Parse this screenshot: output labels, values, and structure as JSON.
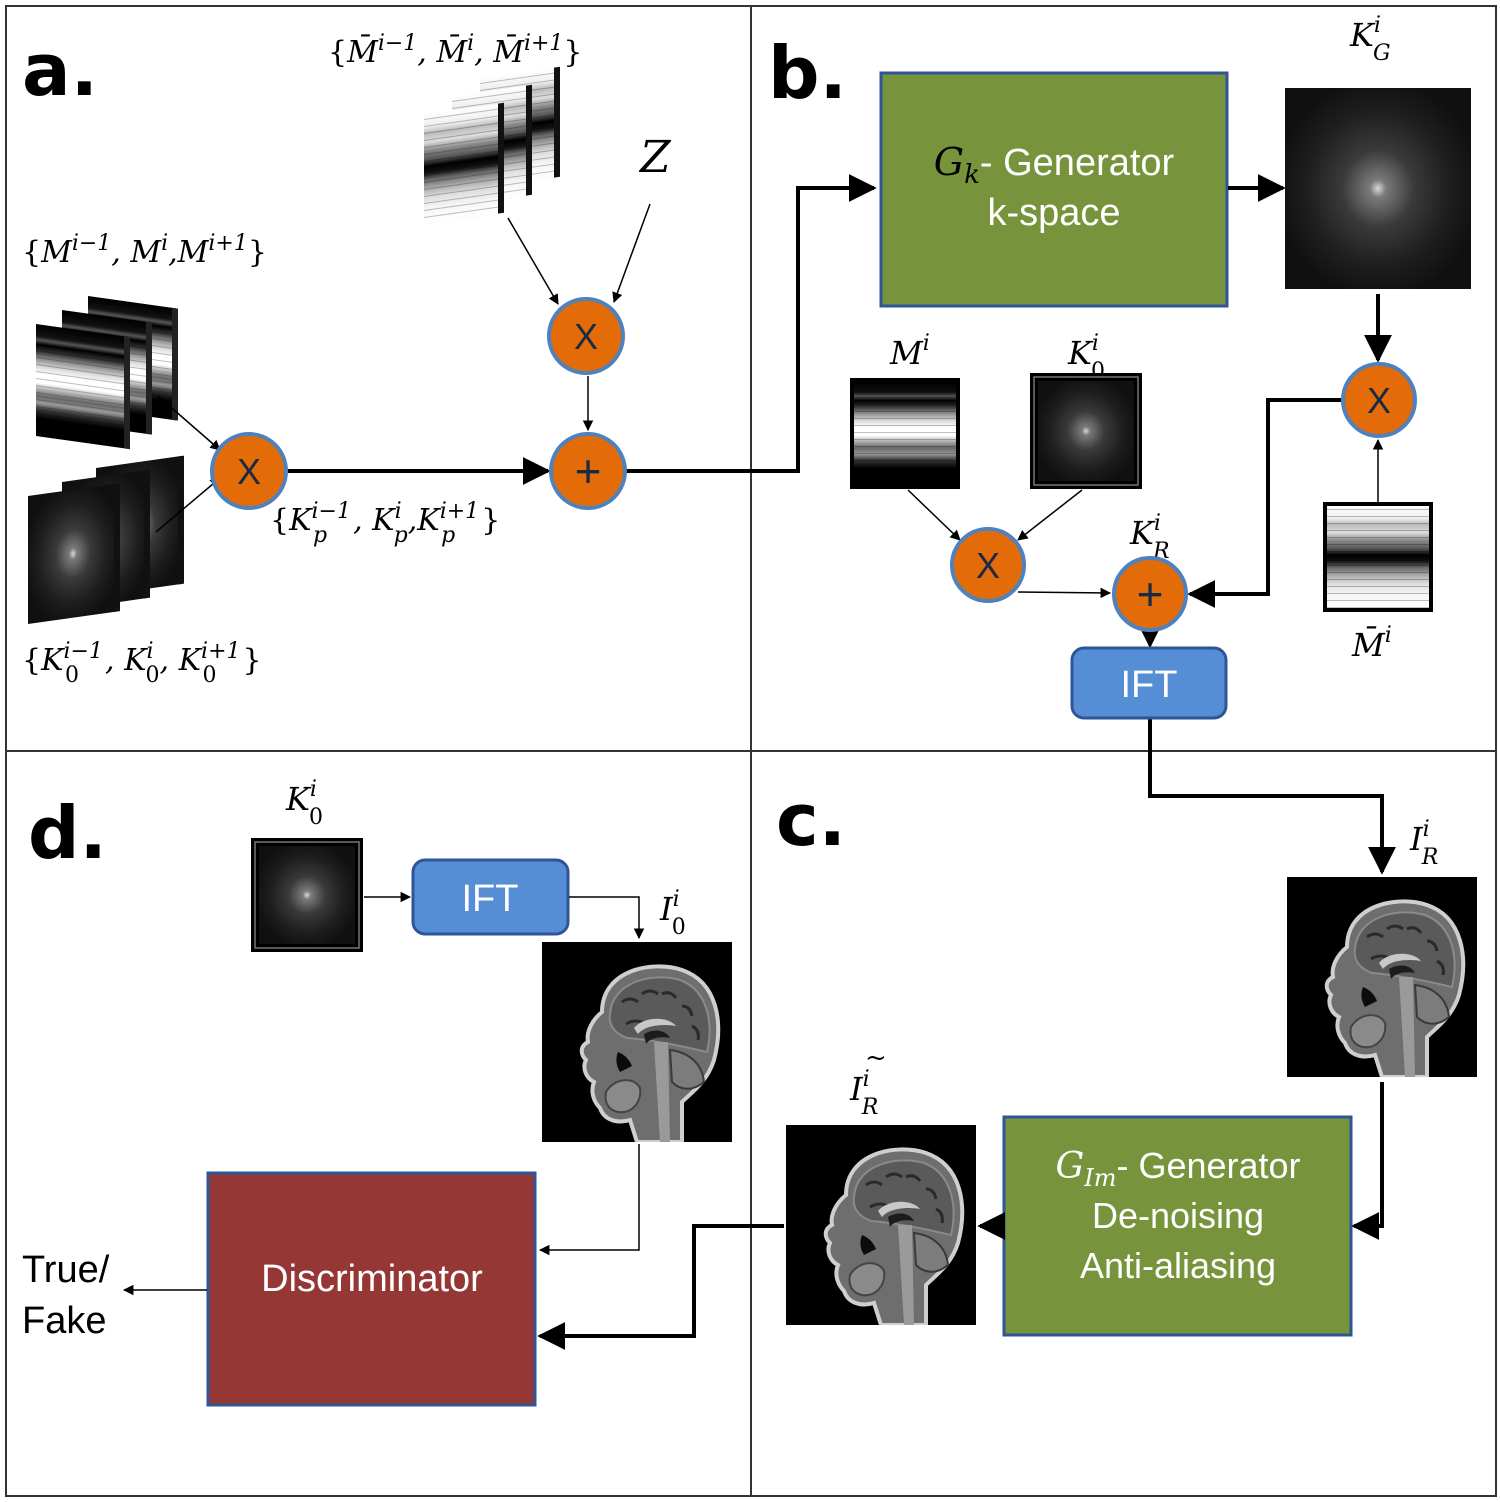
{
  "panels": {
    "a": {
      "label": "a.",
      "mask_set_bar": {
        "open": "{",
        "items": [
          "M̄",
          "M̄",
          "M̄"
        ],
        "sups": [
          "i−1",
          "i",
          "i+1"
        ],
        "close": "}"
      },
      "noise_label": "Z",
      "mask_set": {
        "open": "{",
        "base": "M",
        "sups": [
          "i−1",
          "i",
          "i+1"
        ],
        "close": "}"
      },
      "kspace_set": {
        "open": "{",
        "base": "K",
        "sub": "0",
        "sups": [
          "i−1",
          "i",
          "i+1"
        ],
        "close": "}"
      },
      "prior_set": {
        "open": "{",
        "base": "K",
        "sub": "p",
        "sups": [
          "i−1",
          "i",
          "i+1"
        ],
        "close": "}"
      },
      "multiply_op": "X",
      "multiply_op_2": "X",
      "add_op": "+"
    },
    "b": {
      "label": "b.",
      "generator": {
        "symbol": "G",
        "symbol_sub": "k",
        "line1": "- Generator",
        "line2": "k-space",
        "color": "#77933c"
      },
      "kg_label": {
        "base": "K",
        "sup": "i",
        "sub": "G"
      },
      "mask_label": {
        "base": "M",
        "sup": "i"
      },
      "k0_label": {
        "base": "K",
        "sup": "i",
        "sub": "0"
      },
      "kr_label": {
        "base": "K",
        "sup": "i",
        "sub": "R"
      },
      "mbar_label": {
        "base": "M̄",
        "sup": "i"
      },
      "multiply_op_left": "X",
      "multiply_op_right": "X",
      "add_op": "+",
      "ift_label": "IFT"
    },
    "c": {
      "label": "c.",
      "ir_label": {
        "base": "I",
        "sup": "i",
        "sub": "R"
      },
      "ir_tilde_label": {
        "base": "I",
        "sup": "i",
        "sub": "R",
        "accent": "~"
      },
      "generator": {
        "symbol": "G",
        "symbol_sub": "Im",
        "line1": "- Generator",
        "line2": "De-noising",
        "line3": "Anti-aliasing",
        "color": "#77933c"
      }
    },
    "d": {
      "label": "d.",
      "k0_label": {
        "base": "K",
        "sup": "i",
        "sub": "0"
      },
      "i0_label": {
        "base": "I",
        "sup": "i",
        "sub": "0"
      },
      "ift_label": "IFT",
      "discriminator": {
        "label": "Discriminator",
        "color": "#953735"
      },
      "output_line1": "True/",
      "output_line2": "Fake"
    }
  },
  "colors": {
    "operator_fill": "#e36c09",
    "operator_border": "#4f81bd",
    "ift_fill": "#558ed5",
    "ift_border": "#2f5597",
    "box_border": "#2f5597",
    "generator_fill": "#77933c",
    "discriminator_fill": "#953735",
    "line": "#000000"
  }
}
